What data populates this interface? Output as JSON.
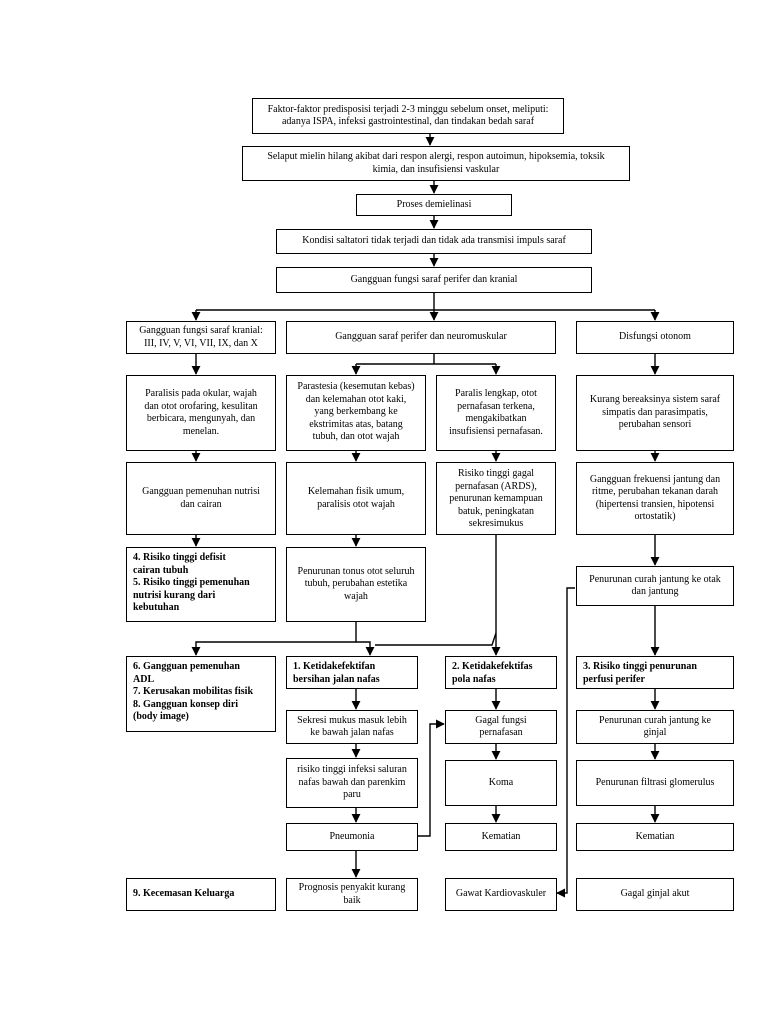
{
  "nodes": {
    "b1": "Faktor-faktor predisposisi terjadi 2-3 minggu sebelum onset, meliputi:\nadanya ISPA, infeksi gastrointestinal, dan tindakan bedah saraf",
    "b2": "Selaput mielin hilang akibat dari respon alergi, respon autoimun, hipoksemia, toksik\nkimia, dan insufisiensi vaskular",
    "b3": "Proses demielinasi",
    "b4": "Kondisi saltatori tidak terjadi dan tidak ada transmisi impuls saraf",
    "b5": "Gangguan fungsi saraf perifer dan kranial",
    "b6": "Gangguan fungsi saraf kranial:\nIII, IV, V, VI, VII, IX, dan X",
    "b7": "Gangguan saraf perifer dan neuromuskular",
    "b8": "Disfungsi otonom",
    "b9": "Paralisis pada okular, wajah\ndan otot orofaring, kesulitan\nberbicara, mengunyah, dan\nmenelan.",
    "b10": "Parastesia (kesemutan kebas)\ndan kelemahan otot kaki,\nyang berkembang ke\nekstrimitas atas, batang\ntubuh, dan otot wajah",
    "b11": "Paralis lengkap, otot\npernafasan terkena,\nmengakibatkan\ninsufisiensi pernafasan.",
    "b12": "Kurang bereaksinya sistem saraf\nsimpatis dan parasimpatis,\nperubahan sensori",
    "b13": "Gangguan pemenuhan nutrisi\ndan cairan",
    "b14": "Kelemahan fisik umum,\nparalisis otot wajah",
    "b15": "Risiko tinggi gagal\npernafasan (ARDS),\npenurunan kemampuan\nbatuk, peningkatan\nsekresimukus",
    "b16": "Gangguan frekuensi jantung dan\nritme, perubahan tekanan darah\n(hipertensi transien, hipotensi\nortostatik)",
    "b17": "4. Risiko tinggi defisit\ncairan tubuh\n5. Risiko tinggi pemenuhan\nnutrisi kurang dari\nkebutuhan",
    "b18": "Penurunan tonus otot seluruh\ntubuh, perubahan estetika\nwajah",
    "b19": "Penurunan curah jantung ke otak\ndan jantung",
    "b20": "6. Gangguan pemenuhan\nADL\n7. Kerusakan mobilitas fisik\n8. Gangguan konsep diri\n(body image)",
    "b21": "1. Ketidakefektifan\nbersihan jalan nafas",
    "b22": "2. Ketidakefektifas\npola nafas",
    "b23": "3. Risiko tinggi penurunan\nperfusi perifer",
    "b24": "Sekresi mukus masuk lebih\nke bawah jalan nafas",
    "b25": "Gagal fungsi\npernafasan",
    "b26": "Penurunan curah jantung ke\nginjal",
    "b27": "risiko tinggi infeksi saluran\nnafas bawah dan parenkim\nparu",
    "b28": "Koma",
    "b29": "Penurunan filtrasi glomerulus",
    "b30": "Pneumonia",
    "b31": "Kematian",
    "b32": "Kematian",
    "b33": "9. Kecemasan Keluarga",
    "b34": "Prognosis penyakit kurang\nbaik",
    "b35": "Gawat Kardiovaskuler",
    "b36": "Gagal ginjal akut"
  }
}
